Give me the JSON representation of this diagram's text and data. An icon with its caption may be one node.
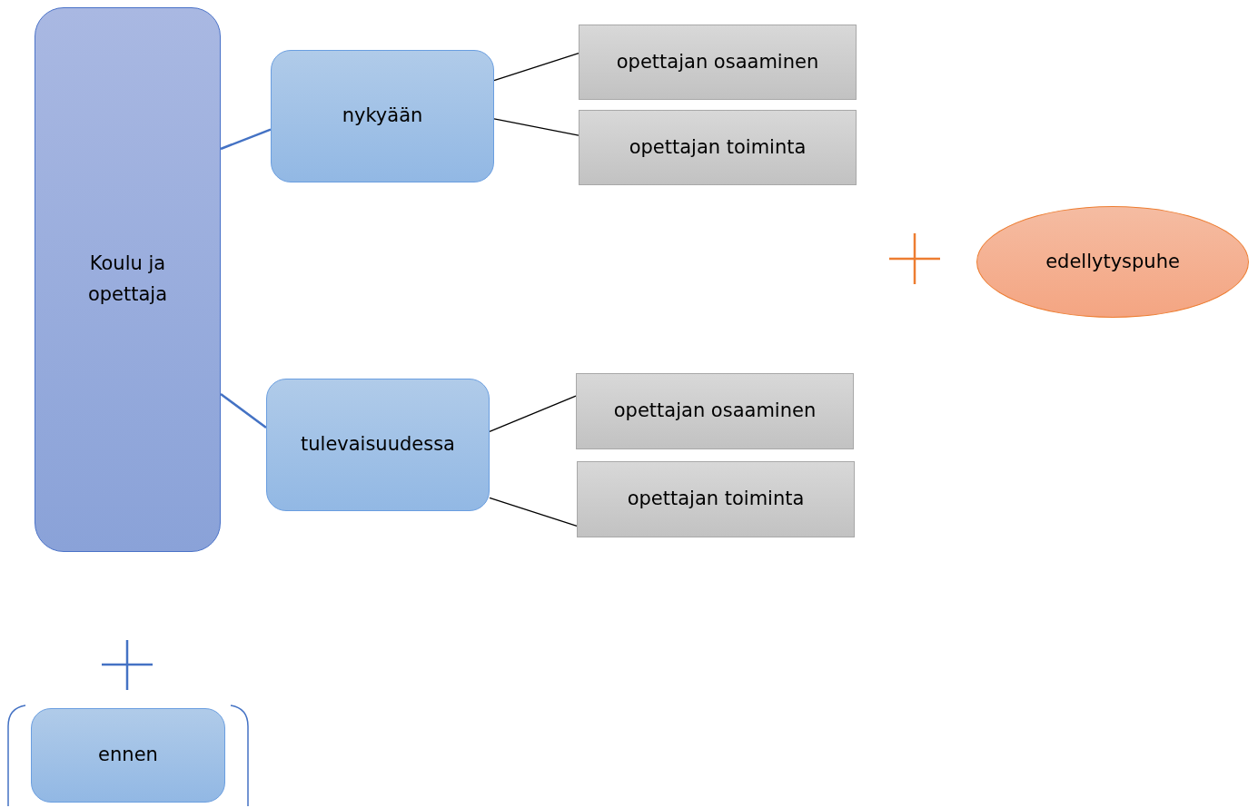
{
  "diagram": {
    "nodes": [
      {
        "text": [
          "Koulu ja opettaja"
        ]
      },
      {
        "text": [
          "nykyään"
        ]
      },
      {
        "text": [
          "opettajan osaaminen"
        ]
      },
      {
        "text": [
          "opettajan toiminta"
        ]
      },
      {
        "text": [
          "tulevaisuudessa"
        ]
      },
      {
        "text": [
          "opettajan osaaminen"
        ]
      },
      {
        "text": [
          "opettajan toiminta"
        ]
      },
      {
        "text": [
          "edellytyspuhe"
        ]
      },
      {
        "text": [
          "ennen"
        ]
      }
    ],
    "edges": [
      {
        "from": 0,
        "to": 1,
        "arrow": "none",
        "color": "#4472c4"
      },
      {
        "from": 1,
        "to": 2,
        "arrow": "none"
      },
      {
        "from": 1,
        "to": 3,
        "arrow": "none"
      },
      {
        "from": 0,
        "to": 4,
        "arrow": "none",
        "color": "#4472c4"
      },
      {
        "from": 4,
        "to": 5,
        "arrow": "none"
      },
      {
        "from": 4,
        "to": 6,
        "arrow": "none"
      }
    ]
  }
}
